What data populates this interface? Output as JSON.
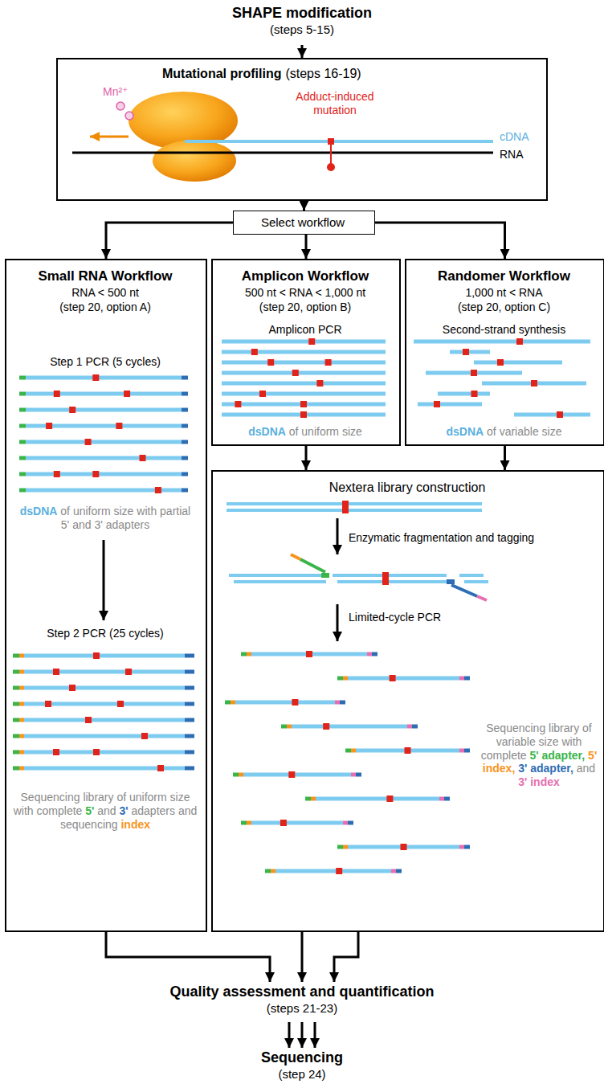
{
  "diagram": {
    "nodes": [
      {
        "text": [
          "SHAPE modification",
          "(steps 5-15)"
        ]
      },
      {
        "text": [
          "Mutational profiling",
          "(steps 16-19)",
          "Mn²⁺",
          "Adduct-induced mutation",
          "cDNA",
          "RNA"
        ]
      },
      {
        "text": [
          "Select workflow"
        ]
      },
      {
        "text": [
          "Small RNA Workflow",
          "RNA < 500 nt",
          "(step 20, option A)",
          "Step 1 PCR (5 cycles)",
          "dsDNA of uniform size with partial 5' and 3' adapters",
          "Step 2 PCR (25 cycles)",
          "Sequencing library of uniform size with complete 5' and 3' adapters and sequencing index"
        ]
      },
      {
        "text": [
          "Amplicon Workflow",
          "500 nt < RNA < 1,000 nt",
          "(step 20, option B)",
          "Amplicon PCR",
          "dsDNA of uniform size"
        ]
      },
      {
        "text": [
          "Randomer Workflow",
          "1,000 nt < RNA",
          "(step 20, option C)",
          "Second-strand synthesis",
          "dsDNA of variable size"
        ]
      },
      {
        "text": [
          "Nextera library construction",
          "Enzymatic fragmentation and tagging",
          "Limited-cycle PCR",
          "Sequencing library of variable size with complete 5' adapter, 5' index, 3' adapter, and 3' index"
        ]
      },
      {
        "text": [
          "Quality assessment and quantification",
          "(steps 21-23)"
        ]
      },
      {
        "text": [
          "Sequencing",
          "(step 24)"
        ]
      }
    ],
    "edges": [
      {
        "from": 0,
        "to": 1,
        "arrow": "to"
      },
      {
        "from": 1,
        "to": 2,
        "arrow": "to"
      },
      {
        "from": 2,
        "to": 3,
        "arrow": "to"
      },
      {
        "from": 2,
        "to": 4,
        "arrow": "to"
      },
      {
        "from": 2,
        "to": 5,
        "arrow": "to"
      },
      {
        "from": 3,
        "to": 7,
        "arrow": "to"
      },
      {
        "from": 4,
        "to": 6,
        "arrow": "to"
      },
      {
        "from": 5,
        "to": 6,
        "arrow": "to"
      },
      {
        "from": 6,
        "to": 7,
        "arrow": "to"
      },
      {
        "from": 7,
        "to": 8,
        "arrow": "to"
      }
    ]
  }
}
